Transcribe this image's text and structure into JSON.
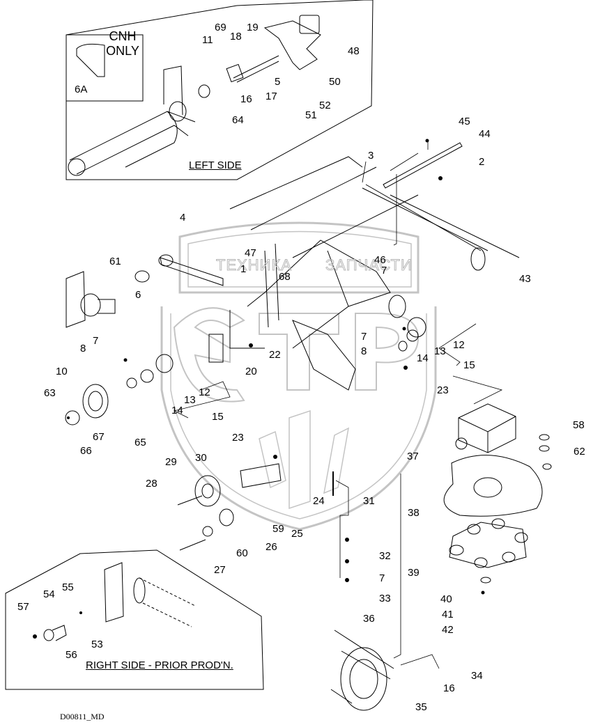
{
  "diagram": {
    "drawing_id": "D00811_MD",
    "inset_left": {
      "caption": "LEFT SIDE",
      "sub_inset_note": "CNH\nONLY",
      "callouts": [
        "6A",
        "11",
        "69",
        "18",
        "19",
        "48",
        "5",
        "50",
        "17",
        "16",
        "64",
        "52",
        "51"
      ]
    },
    "inset_right": {
      "caption": "RIGHT SIDE - PRIOR PROD'N.",
      "callouts": [
        "57",
        "54",
        "55",
        "53",
        "56"
      ]
    },
    "watermark": {
      "left_text": "ТЕХНИКА",
      "right_text": "ЗАПЧАСТИ",
      "logo_letters": "ЭТП"
    },
    "callouts": [
      {
        "id": "c45",
        "label": "45"
      },
      {
        "id": "c44",
        "label": "44"
      },
      {
        "id": "c3",
        "label": "3"
      },
      {
        "id": "c2",
        "label": "2"
      },
      {
        "id": "c4",
        "label": "4"
      },
      {
        "id": "c47",
        "label": "47"
      },
      {
        "id": "c46",
        "label": "46"
      },
      {
        "id": "c7a",
        "label": "7"
      },
      {
        "id": "c43",
        "label": "43"
      },
      {
        "id": "c61",
        "label": "61"
      },
      {
        "id": "c1",
        "label": "1"
      },
      {
        "id": "c68",
        "label": "68"
      },
      {
        "id": "c6",
        "label": "6"
      },
      {
        "id": "c7b",
        "label": "7"
      },
      {
        "id": "c8b",
        "label": "8"
      },
      {
        "id": "c12b",
        "label": "12"
      },
      {
        "id": "c13b",
        "label": "13"
      },
      {
        "id": "c14b",
        "label": "14"
      },
      {
        "id": "c15b",
        "label": "15"
      },
      {
        "id": "c23b",
        "label": "23"
      },
      {
        "id": "c7c",
        "label": "7"
      },
      {
        "id": "c8c",
        "label": "8"
      },
      {
        "id": "c22",
        "label": "22"
      },
      {
        "id": "c20",
        "label": "20"
      },
      {
        "id": "c10",
        "label": "10"
      },
      {
        "id": "c12c",
        "label": "12"
      },
      {
        "id": "c13c",
        "label": "13"
      },
      {
        "id": "c14c",
        "label": "14"
      },
      {
        "id": "c15c",
        "label": "15"
      },
      {
        "id": "c63",
        "label": "63"
      },
      {
        "id": "c67",
        "label": "67"
      },
      {
        "id": "c66",
        "label": "66"
      },
      {
        "id": "c65",
        "label": "65"
      },
      {
        "id": "c23c",
        "label": "23"
      },
      {
        "id": "c58",
        "label": "58"
      },
      {
        "id": "c37",
        "label": "37"
      },
      {
        "id": "c62",
        "label": "62"
      },
      {
        "id": "c29",
        "label": "29"
      },
      {
        "id": "c30",
        "label": "30"
      },
      {
        "id": "c28",
        "label": "28"
      },
      {
        "id": "c24",
        "label": "24"
      },
      {
        "id": "c31",
        "label": "31"
      },
      {
        "id": "c38",
        "label": "38"
      },
      {
        "id": "c59",
        "label": "59"
      },
      {
        "id": "c25",
        "label": "25"
      },
      {
        "id": "c26",
        "label": "26"
      },
      {
        "id": "c60",
        "label": "60"
      },
      {
        "id": "c32",
        "label": "32"
      },
      {
        "id": "c39",
        "label": "39"
      },
      {
        "id": "c27",
        "label": "27"
      },
      {
        "id": "c7d",
        "label": "7"
      },
      {
        "id": "c33",
        "label": "33"
      },
      {
        "id": "c40",
        "label": "40"
      },
      {
        "id": "c41",
        "label": "41"
      },
      {
        "id": "c42",
        "label": "42"
      },
      {
        "id": "c36",
        "label": "36"
      },
      {
        "id": "c34",
        "label": "34"
      },
      {
        "id": "c16b",
        "label": "16"
      },
      {
        "id": "c35",
        "label": "35"
      }
    ]
  }
}
